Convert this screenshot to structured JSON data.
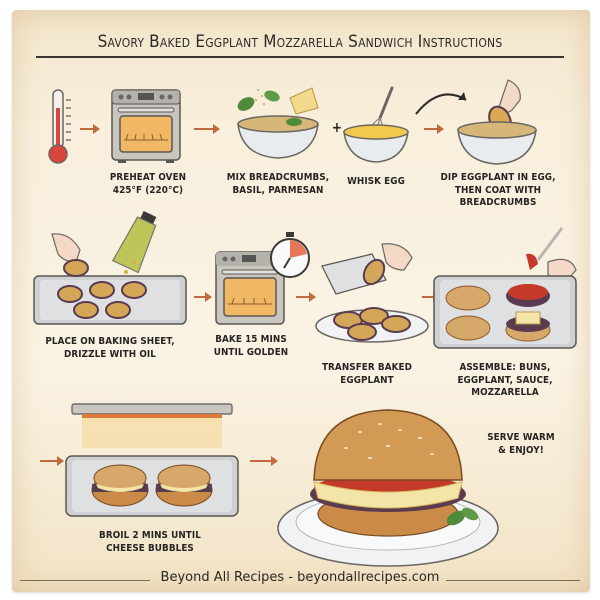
{
  "title": "Savory Baked Eggplant Mozzarella Sandwich Instructions",
  "steps": [
    {
      "id": 1,
      "label_lines": [
        "PREHEAT OVEN",
        "425°F (220°C)"
      ],
      "illustration": "thermometer-and-oven"
    },
    {
      "id": 2,
      "label_lines": [
        "MIX BREADCRUMBS,",
        "BASIL, PARMESAN"
      ],
      "illustration": "bowl-breadcrumbs-basil-cheese"
    },
    {
      "id": 3,
      "label_lines": [
        "WHISK EGG"
      ],
      "illustration": "bowl-whisk-egg"
    },
    {
      "id": 4,
      "label_lines": [
        "DIP EGGPLANT IN EGG,",
        "THEN COAT WITH",
        "BREADCRUMBS"
      ],
      "illustration": "hand-dipping-eggplant"
    },
    {
      "id": 5,
      "label_lines": [
        "PLACE ON BAKING SHEET,",
        "DRIZZLE WITH OIL"
      ],
      "illustration": "baking-sheet-oil-bottle"
    },
    {
      "id": 6,
      "label_lines": [
        "BAKE 15 MINS",
        "UNTIL GOLDEN"
      ],
      "illustration": "oven-with-timer"
    },
    {
      "id": 7,
      "label_lines": [
        "TRANSFER BAKED",
        "EGGPLANT"
      ],
      "illustration": "plate-of-eggplant"
    },
    {
      "id": 8,
      "label_lines": [
        "ASSEMBLE: BUNS,",
        "EGGPLANT, SAUCE,",
        "MOZZARELLA"
      ],
      "illustration": "tray-assembling-sandwiches"
    },
    {
      "id": 9,
      "label_lines": [
        "BROIL 2 MINS UNTIL",
        "CHEESE BUBBLES"
      ],
      "illustration": "broiler-tray-sandwiches"
    },
    {
      "id": 10,
      "label_lines": [
        "SERVE WARM",
        "& ENJOY!"
      ],
      "illustration": "finished-sandwich-on-plate"
    }
  ],
  "plus_sign": "+",
  "footer": "Beyond All Recipes - beyondallrecipes.com",
  "colors": {
    "paper": "#f8efdc",
    "ink": "#262422",
    "arrow": "#c06a3e",
    "thermometer_red": "#d9473b",
    "oven_steel": "#b9b6b0",
    "oven_glow": "#f0b765",
    "bun": "#c98b47",
    "eggplant": "#5a3b4f",
    "cheese": "#f3e4a8",
    "sauce": "#c5392b",
    "basil": "#4f8a3a"
  }
}
